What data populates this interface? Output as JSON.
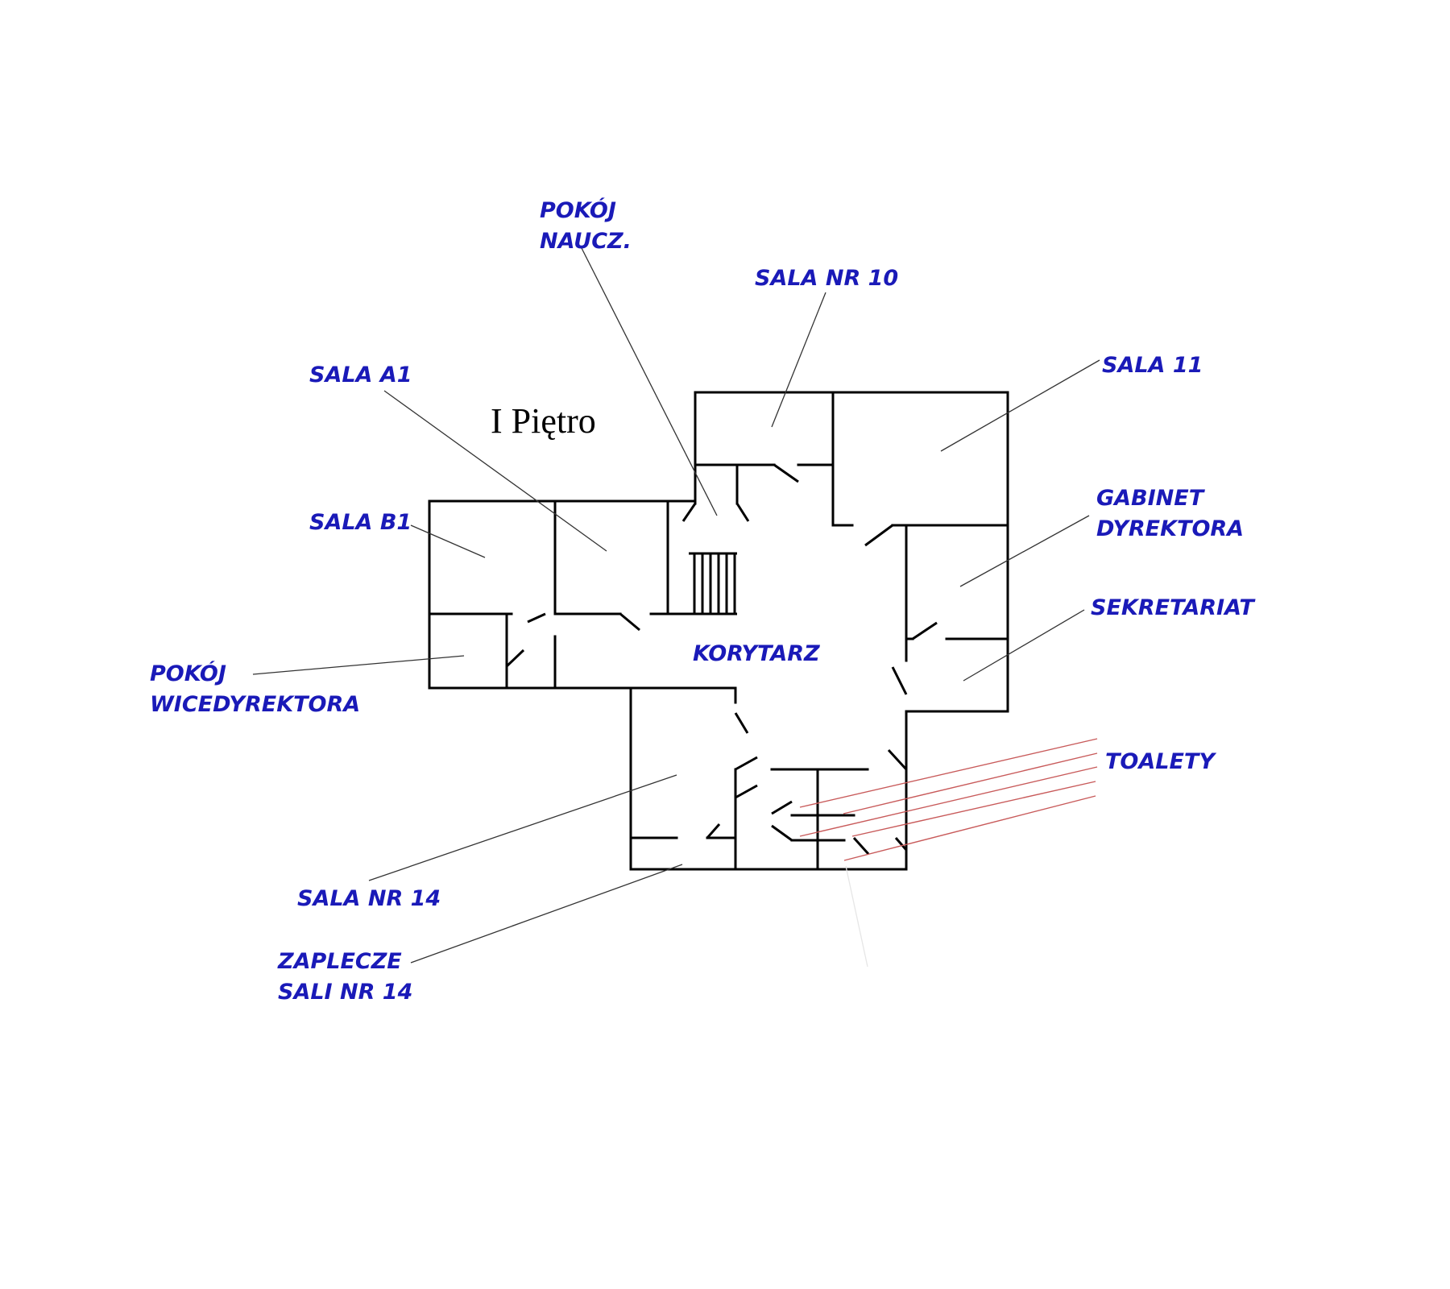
{
  "title": "I Piętro",
  "labels": {
    "pokoj_naucz": [
      "POKÓJ",
      "NAUCZ."
    ],
    "sala_nr_10": [
      "SALA NR 10"
    ],
    "sala_11": [
      "SALA 11"
    ],
    "sala_a1": [
      "SALA A1"
    ],
    "sala_b1": [
      "SALA B1"
    ],
    "gabinet_dyrektora": [
      "GABINET",
      "DYREKTORA"
    ],
    "sekretariat": [
      "SEKRETARIAT"
    ],
    "pokoj_wicedyrektora": [
      "POKÓJ",
      "WICEDYREKTORA"
    ],
    "korytarz": [
      "KORYTARZ"
    ],
    "toalety": [
      "TOALETY"
    ],
    "sala_nr_14": [
      "SALA NR 14"
    ],
    "zaplecze_sali_nr_14": [
      "ZAPLECZE",
      "SALI NR 14"
    ]
  },
  "colors": {
    "label": "#1a1ab8",
    "wall": "#000000",
    "toilet_leader": "#c85a5a"
  }
}
